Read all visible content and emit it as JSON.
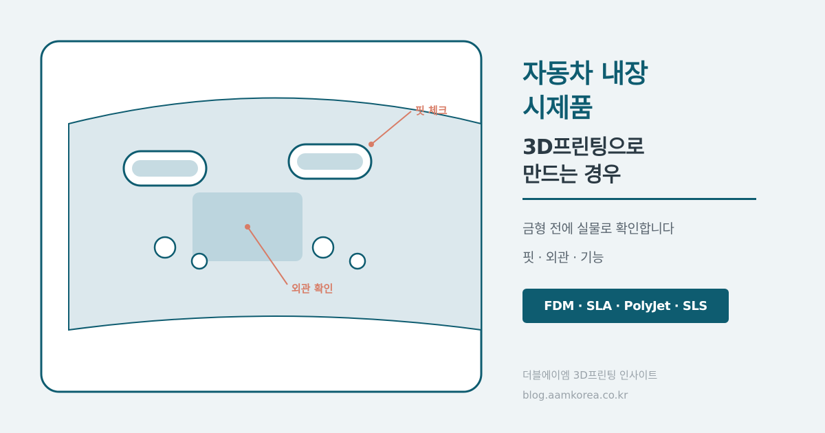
{
  "illustration": {
    "fit_label": "핏 체크",
    "appearance_label": "외관 확인"
  },
  "panel": {
    "title_line1": "자동차 내장",
    "title_line2": "시제품",
    "subtitle_line1": "3D프린팅으로",
    "subtitle_line2": "만드는 경우",
    "desc_line1": "금형 전에 실물로 확인합니다",
    "desc_line2": "핏 · 외관 · 기능",
    "badge": "FDM · SLA · PolyJet · SLS",
    "footer_brand": "더블에이엠 3D프린팅 인사이트",
    "footer_url": "blog.aamkorea.co.kr"
  },
  "colors": {
    "accent": "#0e5c70",
    "background": "#eff4f6",
    "callout": "#d87c66",
    "part_fill": "#dce8ed"
  }
}
